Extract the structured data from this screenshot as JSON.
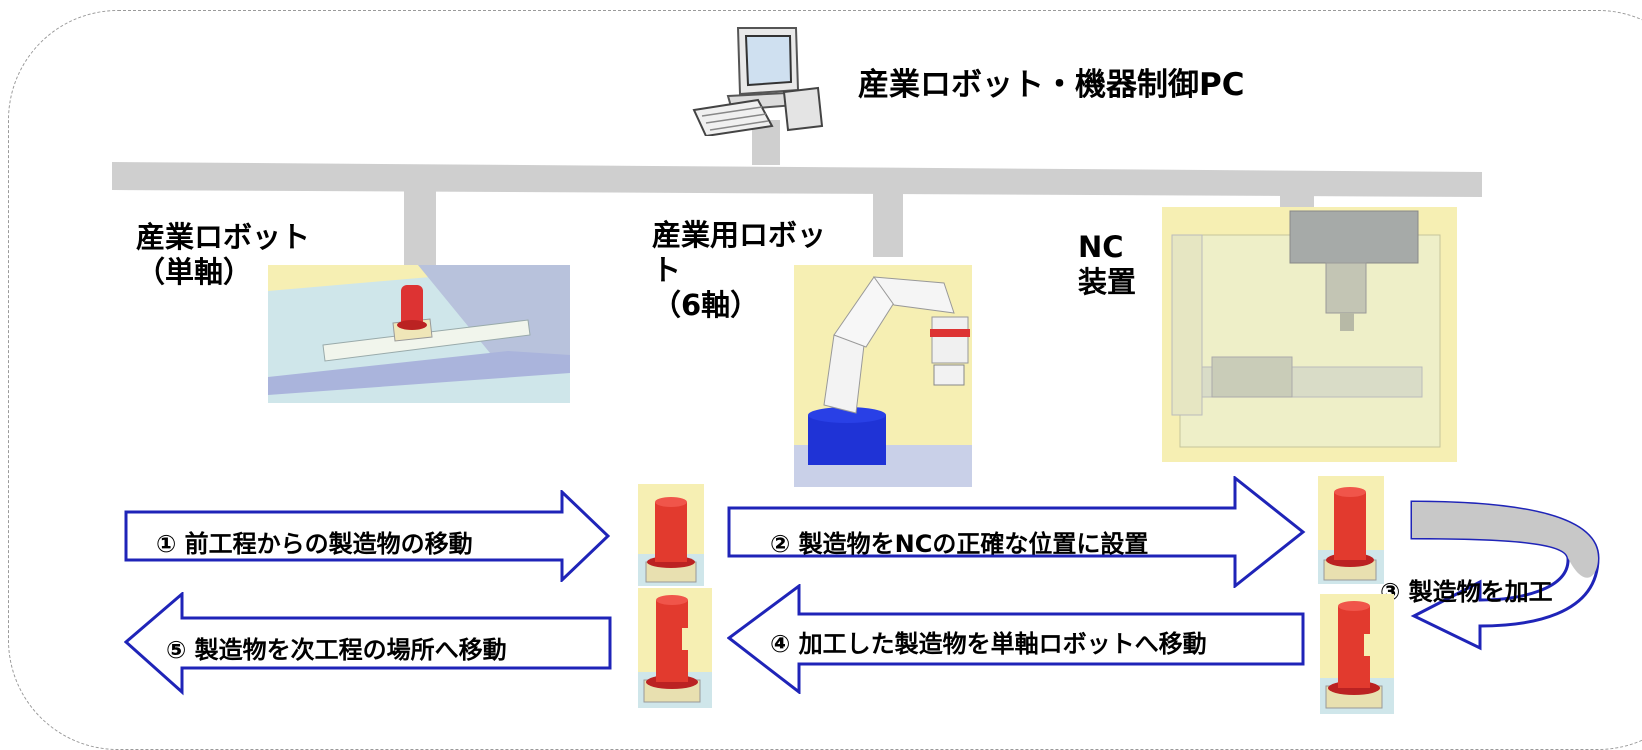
{
  "diagram": {
    "pc_label": "産業ロボット・機器制御PC",
    "devices": [
      {
        "id": "single-axis-robot",
        "label_line1": "産業ロボット",
        "label_line2": "（単軸）"
      },
      {
        "id": "six-axis-robot",
        "label_line1": "産業用ロボッ",
        "label_line2": "ト",
        "label_line3": "（6軸）"
      },
      {
        "id": "nc-machine",
        "label_line1": "NC",
        "label_line2": "装置"
      }
    ],
    "steps": [
      {
        "label": "①  前工程からの製造物の移動"
      },
      {
        "label": "②  製造物をNCの正確な位置に設置"
      },
      {
        "label": "③  製造物を加工"
      },
      {
        "label": "④  加工した製造物を単軸ロボットへ移動"
      },
      {
        "label": "⑤  製造物を次工程の場所へ移動"
      }
    ]
  },
  "colors": {
    "bus": "#cfcfcf",
    "arrow_stroke": "#1f24b8",
    "workpiece": "#e23a2e",
    "thumb_bg": "#f6efb3"
  }
}
